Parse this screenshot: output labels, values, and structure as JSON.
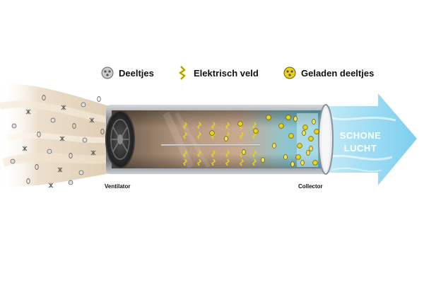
{
  "legend": [
    {
      "label": "Deeltjes",
      "icon": "gray-particle-icon",
      "color": "#9a9a9a"
    },
    {
      "label": "Elektrisch veld",
      "icon": "electric-field-icon",
      "color": "#e8d21a"
    },
    {
      "label": "Geladen deeltjes",
      "icon": "charged-particle-icon",
      "color": "#e8d21a"
    }
  ],
  "labels": {
    "fan": "Ventilator",
    "collector": "Collector",
    "clean_air_line1": "SCHONE",
    "clean_air_line2": "LUCHT"
  },
  "colors": {
    "dusty_air": "#e8d9c4",
    "clean_air": "#8fd3ee",
    "tube_metal": "#9aa0a6",
    "charged": "#e8d21a"
  }
}
